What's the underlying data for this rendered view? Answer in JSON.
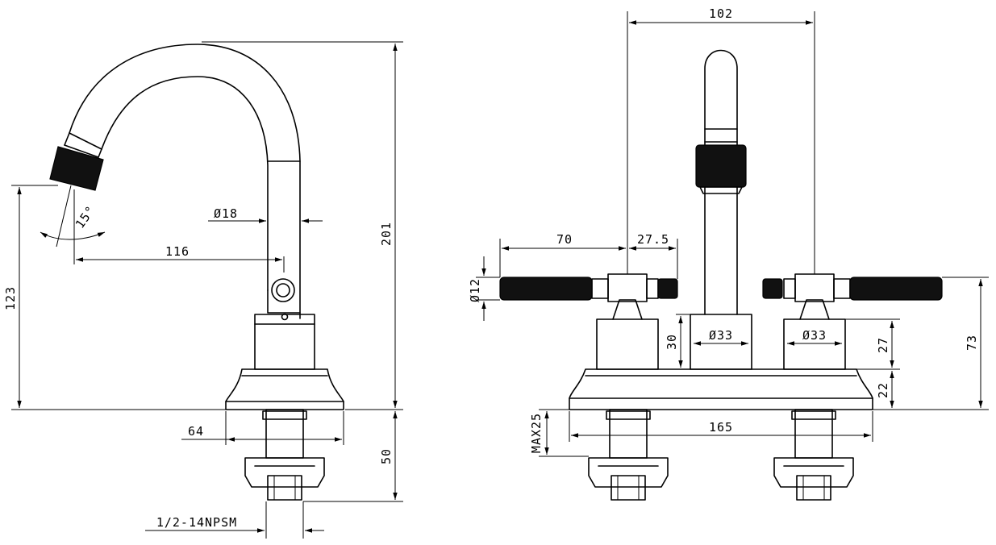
{
  "dimensions": {
    "side": {
      "height_total": "201",
      "spout_reach": "116",
      "spout_height": "123",
      "angle": "15°",
      "tube_diameter": "Ø18",
      "base_width": "64",
      "shank_length": "50",
      "thread": "1/2-14NPSM"
    },
    "front": {
      "spread": "102",
      "handle_length": "70",
      "handle_offset": "27.5",
      "handle_diameter": "Ø12",
      "body_height": "30",
      "center_diameter": "Ø33",
      "valve_diameter": "Ø33",
      "valve_height": "27",
      "overall_height": "73",
      "base_height": "22",
      "max_deck": "MAX25",
      "base_length": "165"
    }
  }
}
